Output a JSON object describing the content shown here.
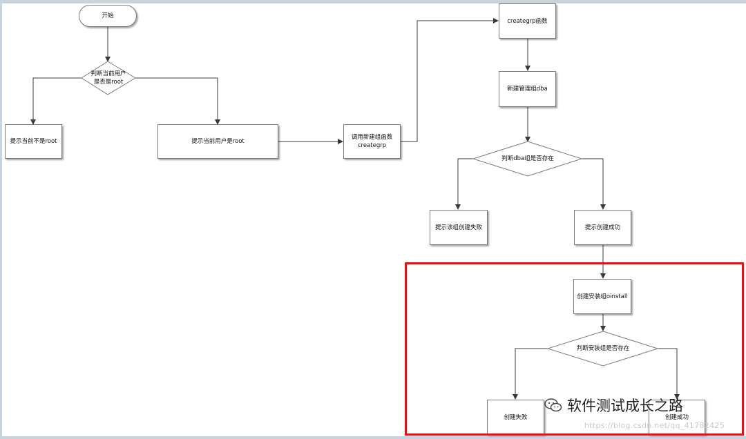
{
  "flowchart": {
    "start": "开始",
    "check_user": "判断当前用户\n是否是root",
    "not_root": "提示当前不是root",
    "is_root": "提示当前用户是root",
    "call_create": "调用新建组函数\ncreategrp",
    "creategrp_func": "creategrp函数",
    "new_dba": "新建管理组dba",
    "check_dba": "判断dba组是否存在",
    "dba_fail": "提示该组创建失败",
    "dba_success": "提示创建成功",
    "create_oinstall": "创建安装组oinstall",
    "check_oinstall": "判断安装组是否存在",
    "oinstall_fail": "创建失败",
    "oinstall_success": "创建成功"
  },
  "watermark": {
    "brand": "软件测试成长之路",
    "icon": "wechat-icon",
    "url": "https://blog.csdn.net/qq_41782425"
  },
  "colors": {
    "highlight": "#d9151b",
    "line": "#3a3a3a",
    "frame": "#c9d3dc"
  }
}
